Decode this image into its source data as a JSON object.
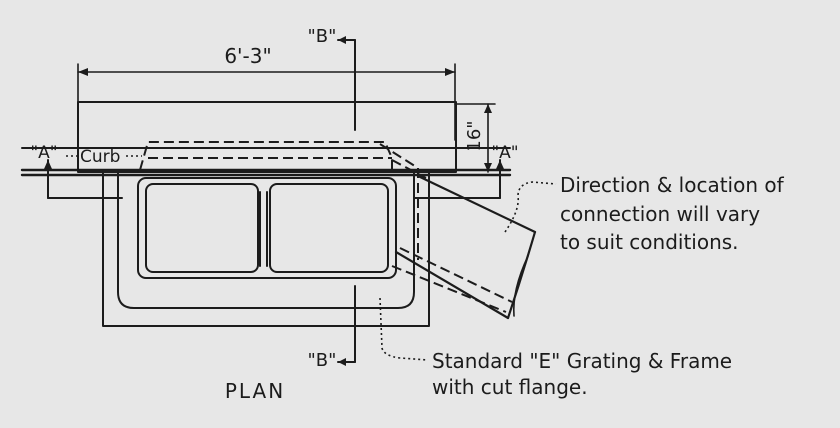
{
  "labels": {
    "dimension_width": "6'-3\"",
    "dimension_height": "16\"",
    "section_b_top": "\"B\"",
    "section_b_bottom": "\"B\"",
    "section_a_left": "\"A\"",
    "section_a_right": "\"A\"",
    "curb": "Curb",
    "plan": "PLAN"
  },
  "notes": {
    "connection": [
      "Direction & location of",
      "connection will vary",
      "to suit conditions."
    ],
    "grating": [
      "Standard \"E\" Grating & Frame",
      "with cut flange."
    ]
  }
}
